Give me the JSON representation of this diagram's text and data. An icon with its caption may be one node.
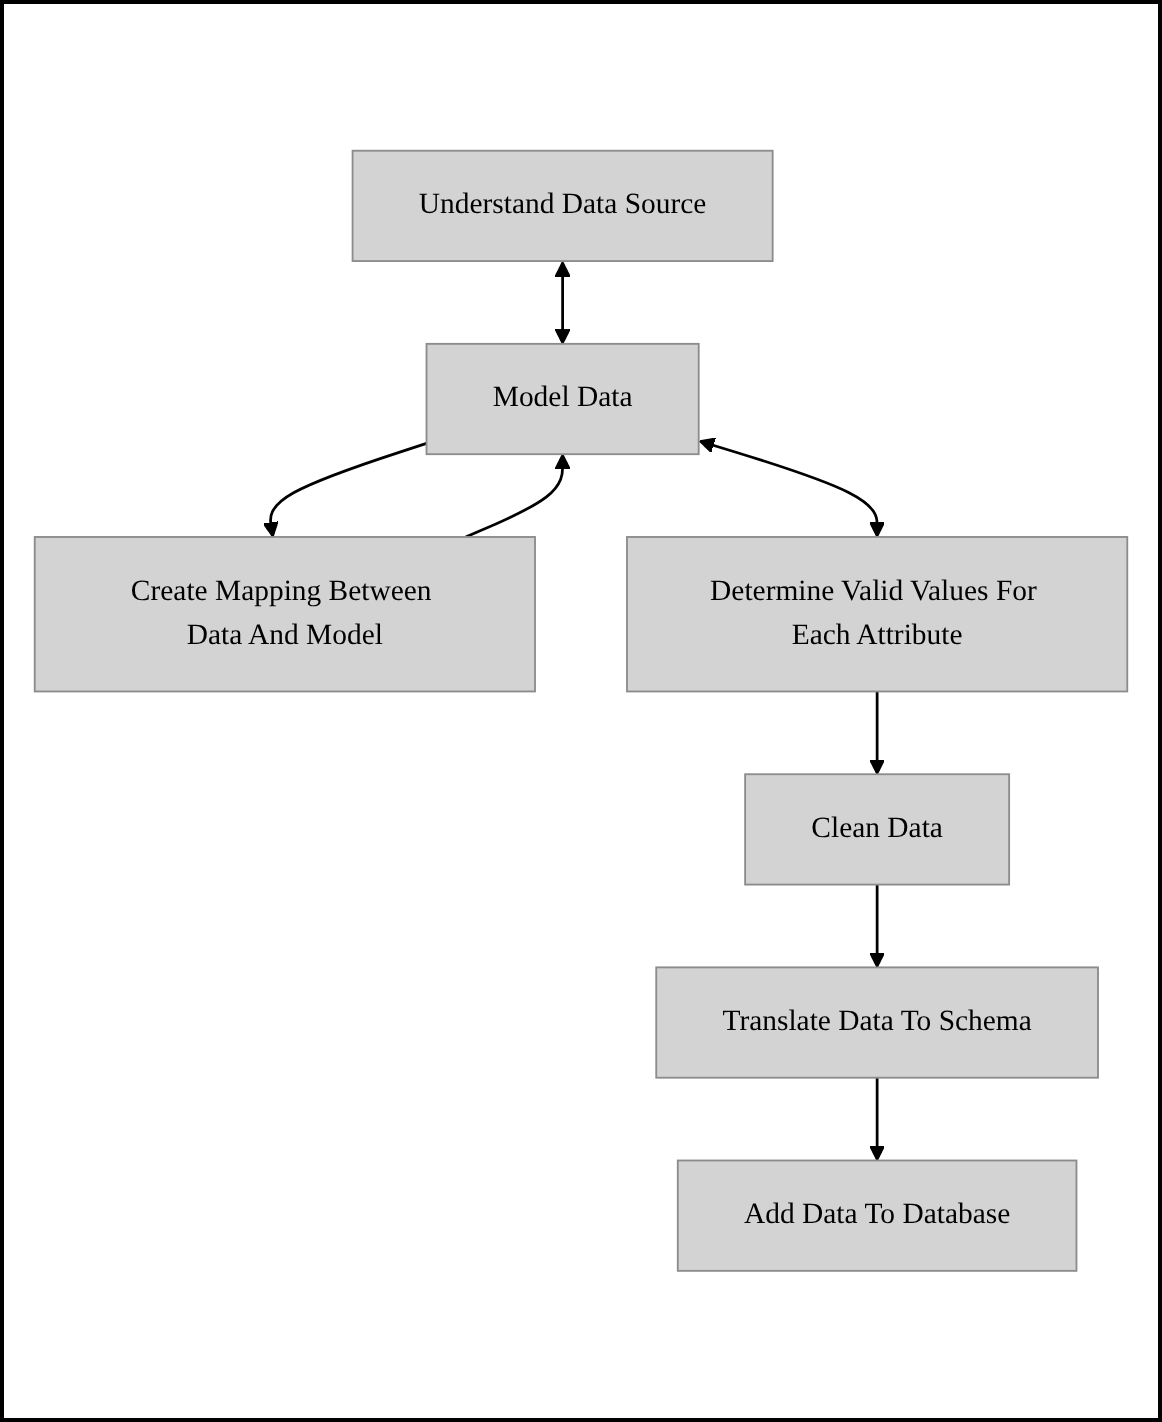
{
  "diagram": {
    "nodes": [
      {
        "text": [
          "Understand Data Source"
        ]
      },
      {
        "text": [
          "Model Data"
        ]
      },
      {
        "text": [
          "Create Mapping Between Data And Model"
        ]
      },
      {
        "text": [
          "Determine Valid Values For Each Attribute"
        ]
      },
      {
        "text": [
          "Clean Data"
        ]
      },
      {
        "text": [
          "Translate Data To Schema"
        ]
      },
      {
        "text": [
          "Add Data To Database"
        ]
      }
    ],
    "edges": [
      {
        "from": 0,
        "to": 1,
        "arrow": "both"
      },
      {
        "from": 2,
        "to": 1,
        "arrow": "to"
      },
      {
        "from": 1,
        "to": 2,
        "arrow": "to"
      },
      {
        "from": 1,
        "to": 3,
        "arrow": "both"
      },
      {
        "from": 3,
        "to": 4,
        "arrow": "to"
      },
      {
        "from": 4,
        "to": 5,
        "arrow": "to"
      },
      {
        "from": 5,
        "to": 6,
        "arrow": "to"
      }
    ]
  }
}
